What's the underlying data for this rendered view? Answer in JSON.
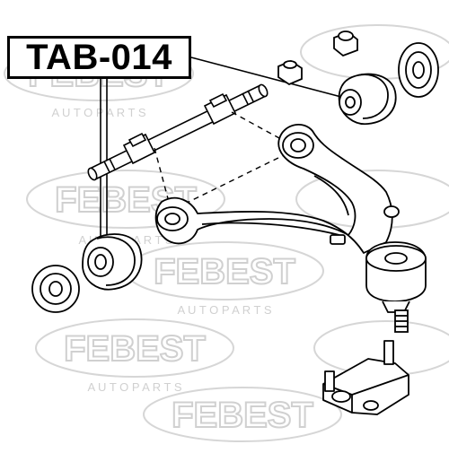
{
  "part_number": "TAB-014",
  "watermark": {
    "brand": "FEBEST",
    "tagline": "A U T O    P A R T S"
  },
  "colors": {
    "ink": "#000000",
    "watermark": "#d9d9d9",
    "background": "#ffffff"
  }
}
